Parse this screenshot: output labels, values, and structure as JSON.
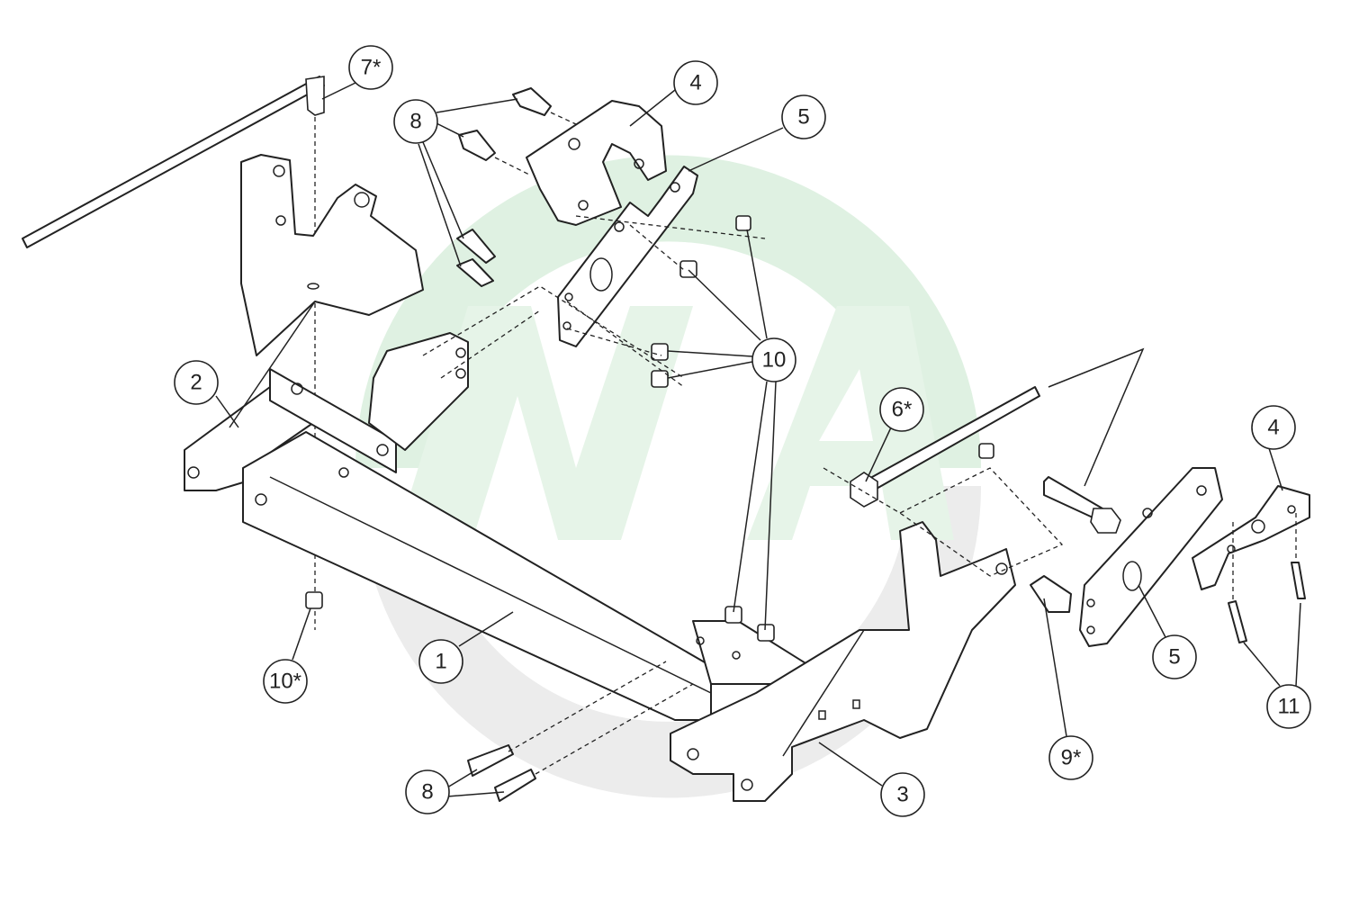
{
  "diagram": {
    "type": "exploded-parts-view",
    "watermark": {
      "colors": {
        "upper": "#dff1e2",
        "lower": "#ececec"
      }
    },
    "callouts": [
      {
        "id": "c7s",
        "label": "7*"
      },
      {
        "id": "c4a",
        "label": "4"
      },
      {
        "id": "c5a",
        "label": "5"
      },
      {
        "id": "c8a",
        "label": "8"
      },
      {
        "id": "c2",
        "label": "2"
      },
      {
        "id": "c10",
        "label": "10"
      },
      {
        "id": "c6s",
        "label": "6*"
      },
      {
        "id": "c4b",
        "label": "4"
      },
      {
        "id": "c1",
        "label": "1"
      },
      {
        "id": "c10s",
        "label": "10*"
      },
      {
        "id": "c5b",
        "label": "5"
      },
      {
        "id": "c11",
        "label": "11"
      },
      {
        "id": "c9s",
        "label": "9*"
      },
      {
        "id": "c8b",
        "label": "8"
      },
      {
        "id": "c3",
        "label": "3"
      }
    ]
  }
}
